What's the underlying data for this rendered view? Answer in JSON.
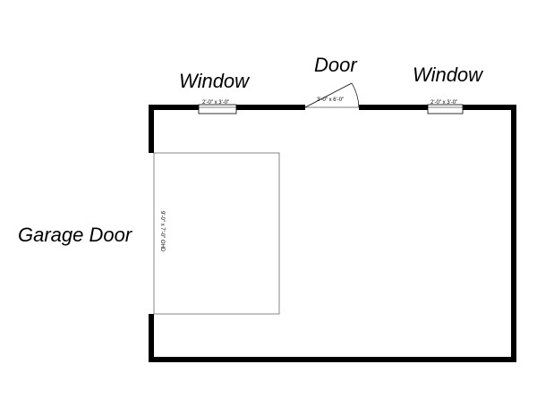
{
  "labels": {
    "window_left": "Window",
    "door": "Door",
    "window_right": "Window",
    "garage_door": "Garage Door"
  },
  "dimensions": {
    "window_left": "2'-0\" x 3'-0\"",
    "door": "3'-0\" x 6'-0\"",
    "window_right": "2'-0\" x 3'-0\"",
    "garage_door": "9'-0\" x 7'-0\" OHD"
  },
  "colors": {
    "wall": "#000000",
    "background": "#ffffff",
    "thin_line": "#555555"
  }
}
